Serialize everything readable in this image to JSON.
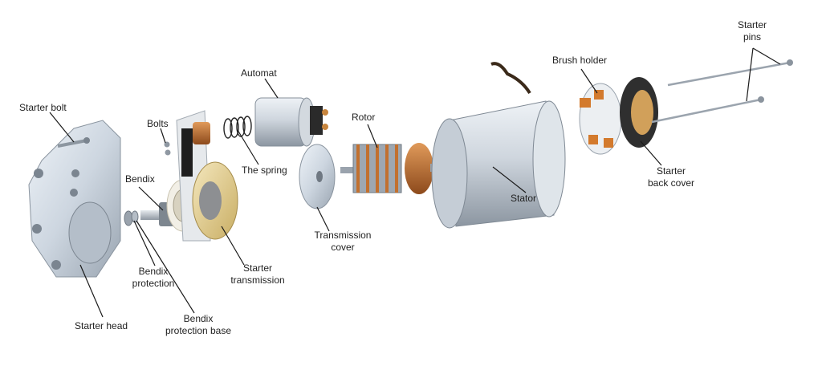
{
  "labels": {
    "starter_bolt": "Starter bolt",
    "bolts": "Bolts",
    "automat": "Automat",
    "the_spring": "The spring",
    "bendix": "Bendix",
    "bendix_protection": [
      "Bendix",
      "protection"
    ],
    "bendix_protection_base": [
      "Bendix",
      "protection base"
    ],
    "starter_head": "Starter head",
    "starter_transmission": [
      "Starter",
      "transmission"
    ],
    "rotor": "Rotor",
    "transmission_cover": [
      "Transmission",
      "cover"
    ],
    "stator": "Stator",
    "brush_holder": "Brush holder",
    "starter_back_cover": [
      "Starter",
      "back cover"
    ],
    "starter_pins": [
      "Starter",
      "pins"
    ]
  },
  "colors": {
    "aluminum": "#cfd8e2",
    "steel": "#b9c2cc",
    "copper": "#c2702f",
    "gear_yellow": "#e8d39a",
    "dark": "#2b2b2b",
    "leader": "#1a1a1a"
  }
}
